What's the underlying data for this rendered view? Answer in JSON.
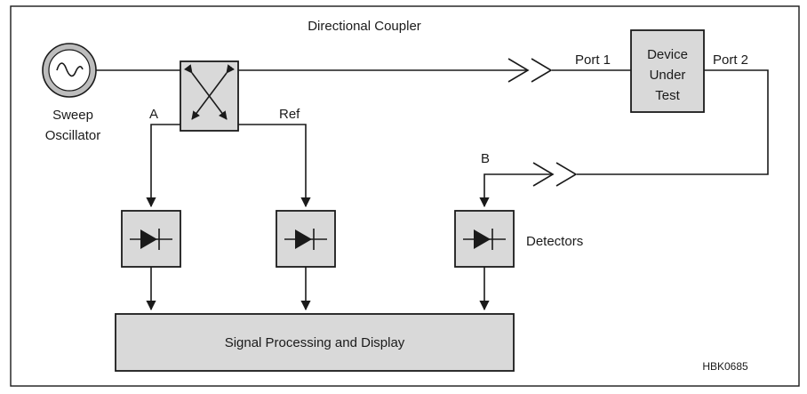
{
  "title": "Directional Coupler",
  "oscillator_label": [
    "Sweep",
    "Oscillator"
  ],
  "coupler_port_a": "A",
  "coupler_port_ref": "Ref",
  "port1_label": "Port 1",
  "port2_label": "Port 2",
  "dut_label": [
    "Device",
    "Under",
    "Test"
  ],
  "port_b_label": "B",
  "detectors_label": "Detectors",
  "processing_label": "Signal Processing and Display",
  "figure_id": "HBK0685",
  "colors": {
    "block_fill": "#d9d9d9",
    "line": "#1a1a1a",
    "frame": "#1a1a1a",
    "background": "#ffffff"
  },
  "icons": {
    "oscillator": "sine-wave-icon",
    "coupler": "cross-arrows-icon",
    "detector": "diode-icon",
    "connector": "chevron-connector-icon"
  }
}
